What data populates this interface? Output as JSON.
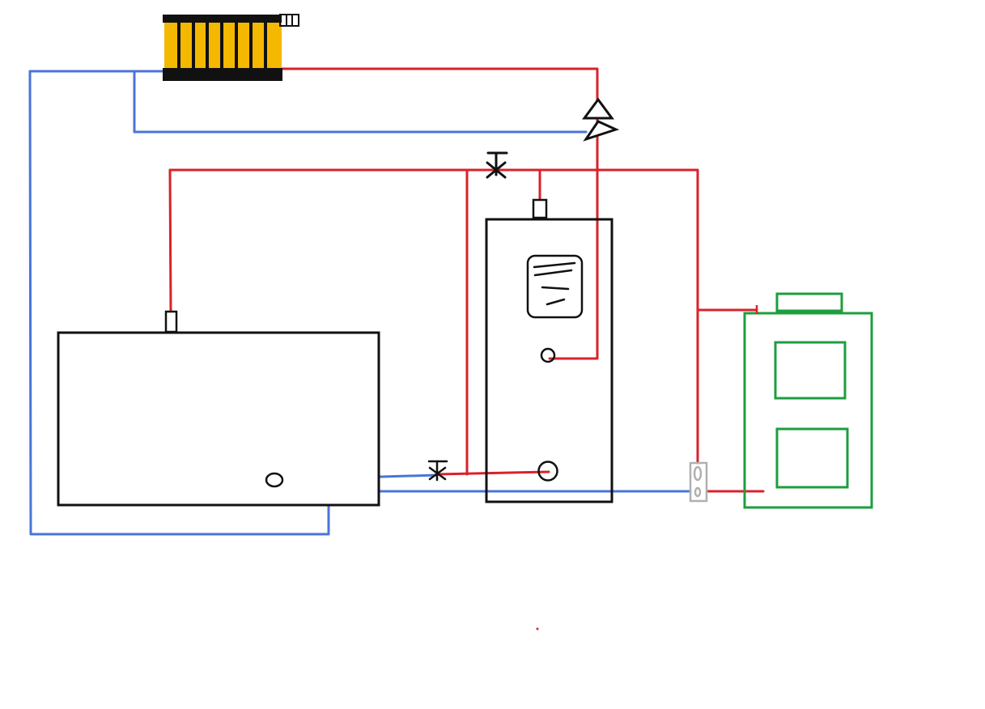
{
  "colors": {
    "background": "#ffffff",
    "hot_pipe": "#d9222a",
    "cold_pipe": "#4a74d8",
    "outline": "#111111",
    "radiator": "#f5b800",
    "boiler": "#1e9e3e",
    "fitting": "#b0b0b0"
  },
  "components": [
    {
      "id": "radiator",
      "icon": "radiator-icon"
    },
    {
      "id": "buffer-tank",
      "icon": "tank-icon"
    },
    {
      "id": "water-heater",
      "icon": "boiler-cylinder-icon"
    },
    {
      "id": "solid-fuel-boiler",
      "icon": "boiler-icon"
    },
    {
      "id": "pump-valve",
      "icon": "three-way-valve-icon"
    },
    {
      "id": "shutoff-valve-top",
      "icon": "valve-icon"
    },
    {
      "id": "shutoff-valve-bottom",
      "icon": "valve-icon"
    },
    {
      "id": "fitting",
      "icon": "fitting-icon"
    }
  ]
}
